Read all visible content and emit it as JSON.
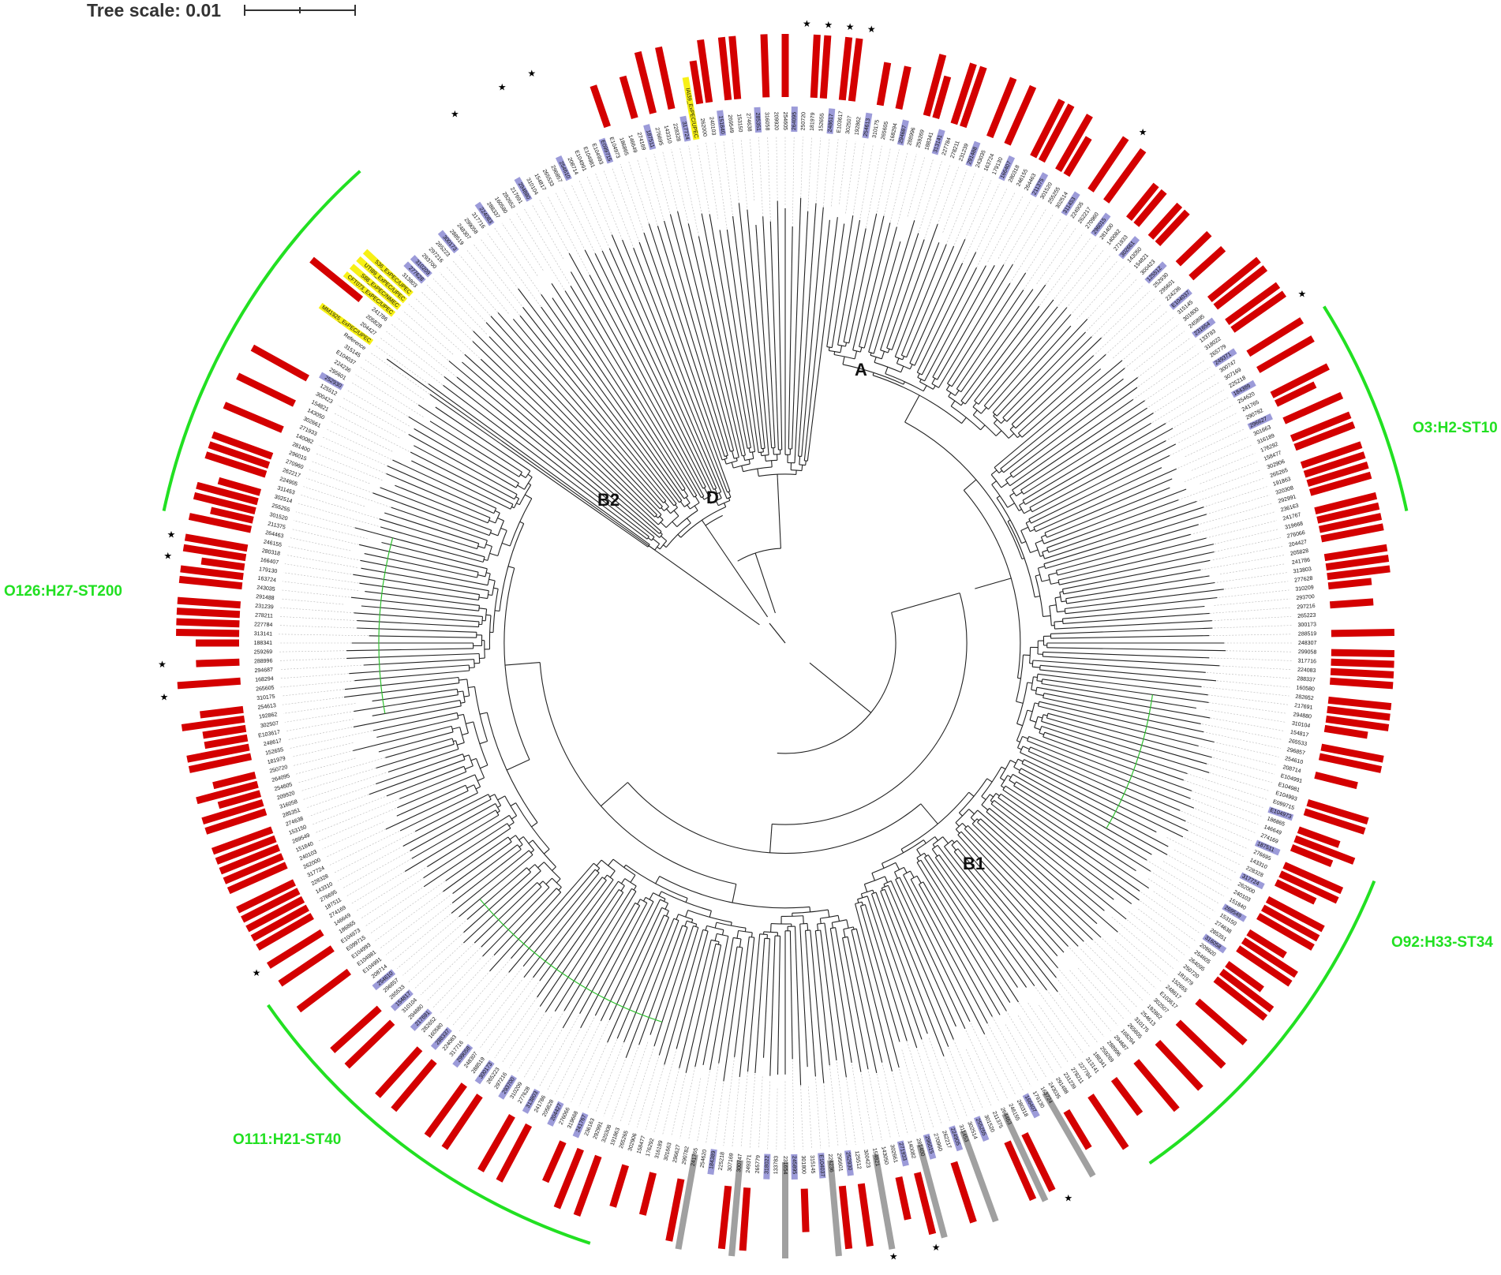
{
  "tree_scale": {
    "label": "Tree scale: 0.01"
  },
  "clades": [
    "A",
    "B1",
    "B2",
    "D"
  ],
  "serogroups": [
    {
      "label": "O3:H2-ST10"
    },
    {
      "label": "O92:H33-ST34"
    },
    {
      "label": "O111:H21-ST40"
    },
    {
      "label": "O126:H27-ST200"
    }
  ],
  "reference_label": "Reference",
  "highlighted_tips": [
    "MM1925_ExPEC/UPEC",
    "CFT073_ExPEC/UPEC",
    "S88_ExPEC/NMEC",
    "UTI89_ExPEC/UPEC",
    "536_ExPEC/UPEC",
    "IAI39_ExPEC/UPEC"
  ],
  "sample_tips": [
    "204427",
    "205828",
    "241786",
    "313803",
    "277628",
    "310209",
    "293700",
    "297216",
    "265223",
    "300173",
    "288519",
    "248307",
    "299058",
    "317716",
    "224083",
    "288337",
    "160580",
    "282652",
    "217691",
    "294880",
    "310104",
    "154817",
    "265533",
    "296857",
    "254610",
    "208714",
    "E104991",
    "E104981",
    "E104993",
    "E099715",
    "E104973",
    "186865",
    "146649",
    "274169",
    "187511",
    "276695",
    "143310",
    "228328",
    "317724",
    "262000",
    "240103",
    "151840",
    "269549",
    "153150",
    "274638",
    "285351",
    "316058",
    "209920",
    "254605",
    "264095",
    "250720",
    "181979",
    "152655",
    "248617",
    "E103617",
    "302507",
    "192862",
    "254613",
    "310175",
    "265605",
    "168294",
    "294687",
    "288996",
    "259269",
    "188341",
    "313141",
    "227784",
    "278211",
    "231239",
    "291488",
    "243035",
    "163724",
    "179130",
    "166407",
    "280318",
    "246155",
    "264463",
    "211375",
    "301520",
    "255255",
    "302514",
    "311453",
    "224905",
    "262217",
    "270960",
    "296015",
    "281400",
    "140082",
    "271933",
    "302661",
    "143050",
    "154821",
    "300423",
    "125512",
    "252930",
    "295601",
    "224236",
    "E104037",
    "315145",
    "301800",
    "245895",
    "231654",
    "133783",
    "318022",
    "265779",
    "249371",
    "300747",
    "307169",
    "225218",
    "184389",
    "254620",
    "241765",
    "290782",
    "296627",
    "301663",
    "316189",
    "176292",
    "158477",
    "302906",
    "265265",
    "191863",
    "320308",
    "292991",
    "236163",
    "241767",
    "319668",
    "276066"
  ],
  "colors": {
    "red_bar": "#d40000",
    "purple_box": "#9c9bd9",
    "yellow_box": "#f7f015",
    "grey_box": "#a0a0a0",
    "green_arc": "#22e022",
    "branch": "#222222",
    "guide": "#b8b8b8"
  },
  "glyphs": {
    "star": "★"
  }
}
